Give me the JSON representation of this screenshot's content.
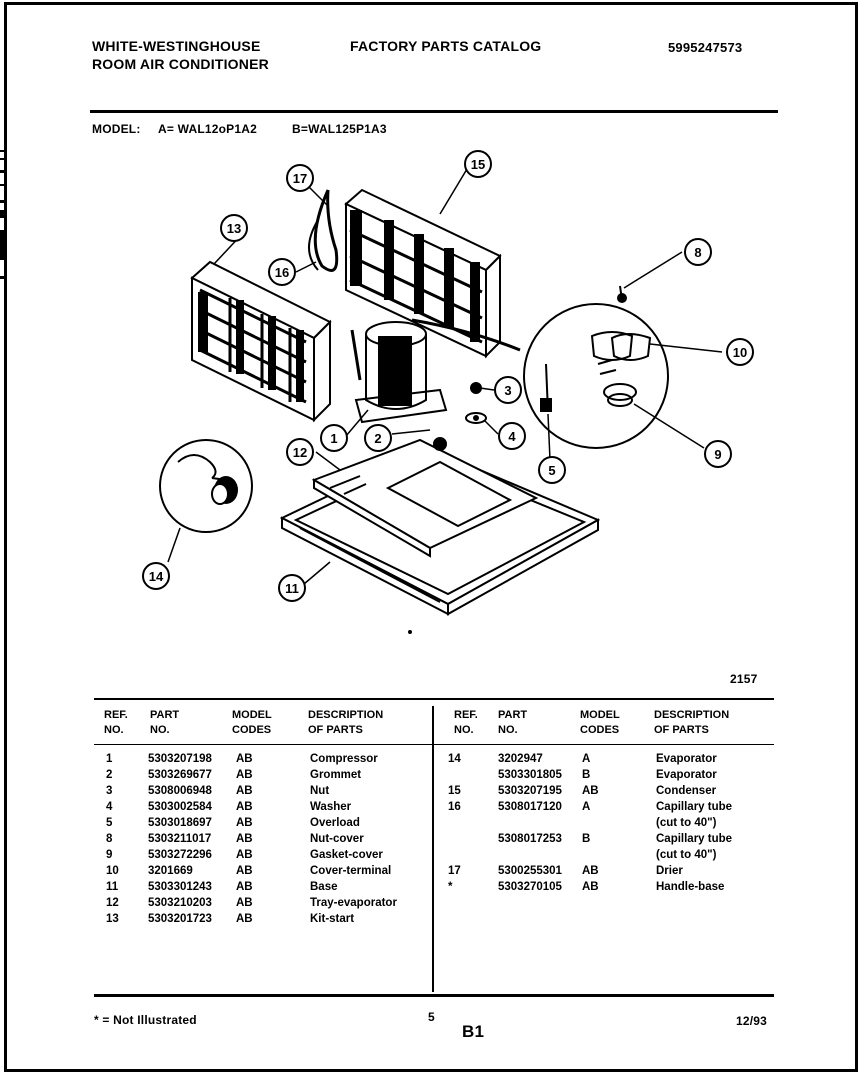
{
  "header": {
    "brand_line1": "WHITE-WESTINGHOUSE",
    "brand_line2": "ROOM AIR CONDITIONER",
    "catalog_title": "FACTORY PARTS CATALOG",
    "catalog_number": "5995247573"
  },
  "model": {
    "label": "MODEL:",
    "model_a": "A= WAL12oP1A2",
    "model_b": "B=WAL125P1A3"
  },
  "diagram": {
    "code": "2157",
    "callouts": [
      "1",
      "2",
      "3",
      "4",
      "5",
      "8",
      "9",
      "10",
      "11",
      "12",
      "13",
      "14",
      "15",
      "16",
      "17"
    ]
  },
  "table": {
    "headers": {
      "ref": "REF.\nNO.",
      "part": "PART\nNO.",
      "codes": "MODEL\nCODES",
      "desc": "DESCRIPTION\nOF PARTS"
    },
    "left_rows": [
      {
        "ref": "1",
        "part": "5303207198",
        "code": "AB",
        "desc": "Compressor"
      },
      {
        "ref": "2",
        "part": "5303269677",
        "code": "AB",
        "desc": "Grommet"
      },
      {
        "ref": "3",
        "part": "5308006948",
        "code": "AB",
        "desc": "Nut"
      },
      {
        "ref": "4",
        "part": "5303002584",
        "code": "AB",
        "desc": "Washer"
      },
      {
        "ref": "5",
        "part": "5303018697",
        "code": "AB",
        "desc": "Overload"
      },
      {
        "ref": "8",
        "part": "5303211017",
        "code": "AB",
        "desc": "Nut-cover"
      },
      {
        "ref": "9",
        "part": "5303272296",
        "code": "AB",
        "desc": "Gasket-cover"
      },
      {
        "ref": "10",
        "part": "3201669",
        "code": "AB",
        "desc": "Cover-terminal"
      },
      {
        "ref": "11",
        "part": "5303301243",
        "code": "AB",
        "desc": "Base"
      },
      {
        "ref": "12",
        "part": "5303210203",
        "code": "AB",
        "desc": "Tray-evaporator"
      },
      {
        "ref": "13",
        "part": "5303201723",
        "code": "AB",
        "desc": "Kit-start"
      }
    ],
    "right_rows": [
      {
        "ref": "14",
        "part": "3202947",
        "code": "A",
        "desc": "Evaporator"
      },
      {
        "ref": "",
        "part": "5303301805",
        "code": "B",
        "desc": "Evaporator"
      },
      {
        "ref": "15",
        "part": "5303207195",
        "code": "AB",
        "desc": "Condenser"
      },
      {
        "ref": "16",
        "part": "5308017120",
        "code": "A",
        "desc": "Capillary tube"
      },
      {
        "ref": "",
        "part": "",
        "code": "",
        "desc": "(cut to 40\")"
      },
      {
        "ref": "",
        "part": "5308017253",
        "code": "B",
        "desc": "Capillary tube"
      },
      {
        "ref": "",
        "part": "",
        "code": "",
        "desc": "(cut to 40\")"
      },
      {
        "ref": "17",
        "part": "5300255301",
        "code": "AB",
        "desc": "Drier"
      },
      {
        "ref": "*",
        "part": "5303270105",
        "code": "AB",
        "desc": "Handle-base"
      }
    ]
  },
  "footer": {
    "note": "* = Not Illustrated",
    "page": "5",
    "section": "B1",
    "date": "12/93"
  }
}
